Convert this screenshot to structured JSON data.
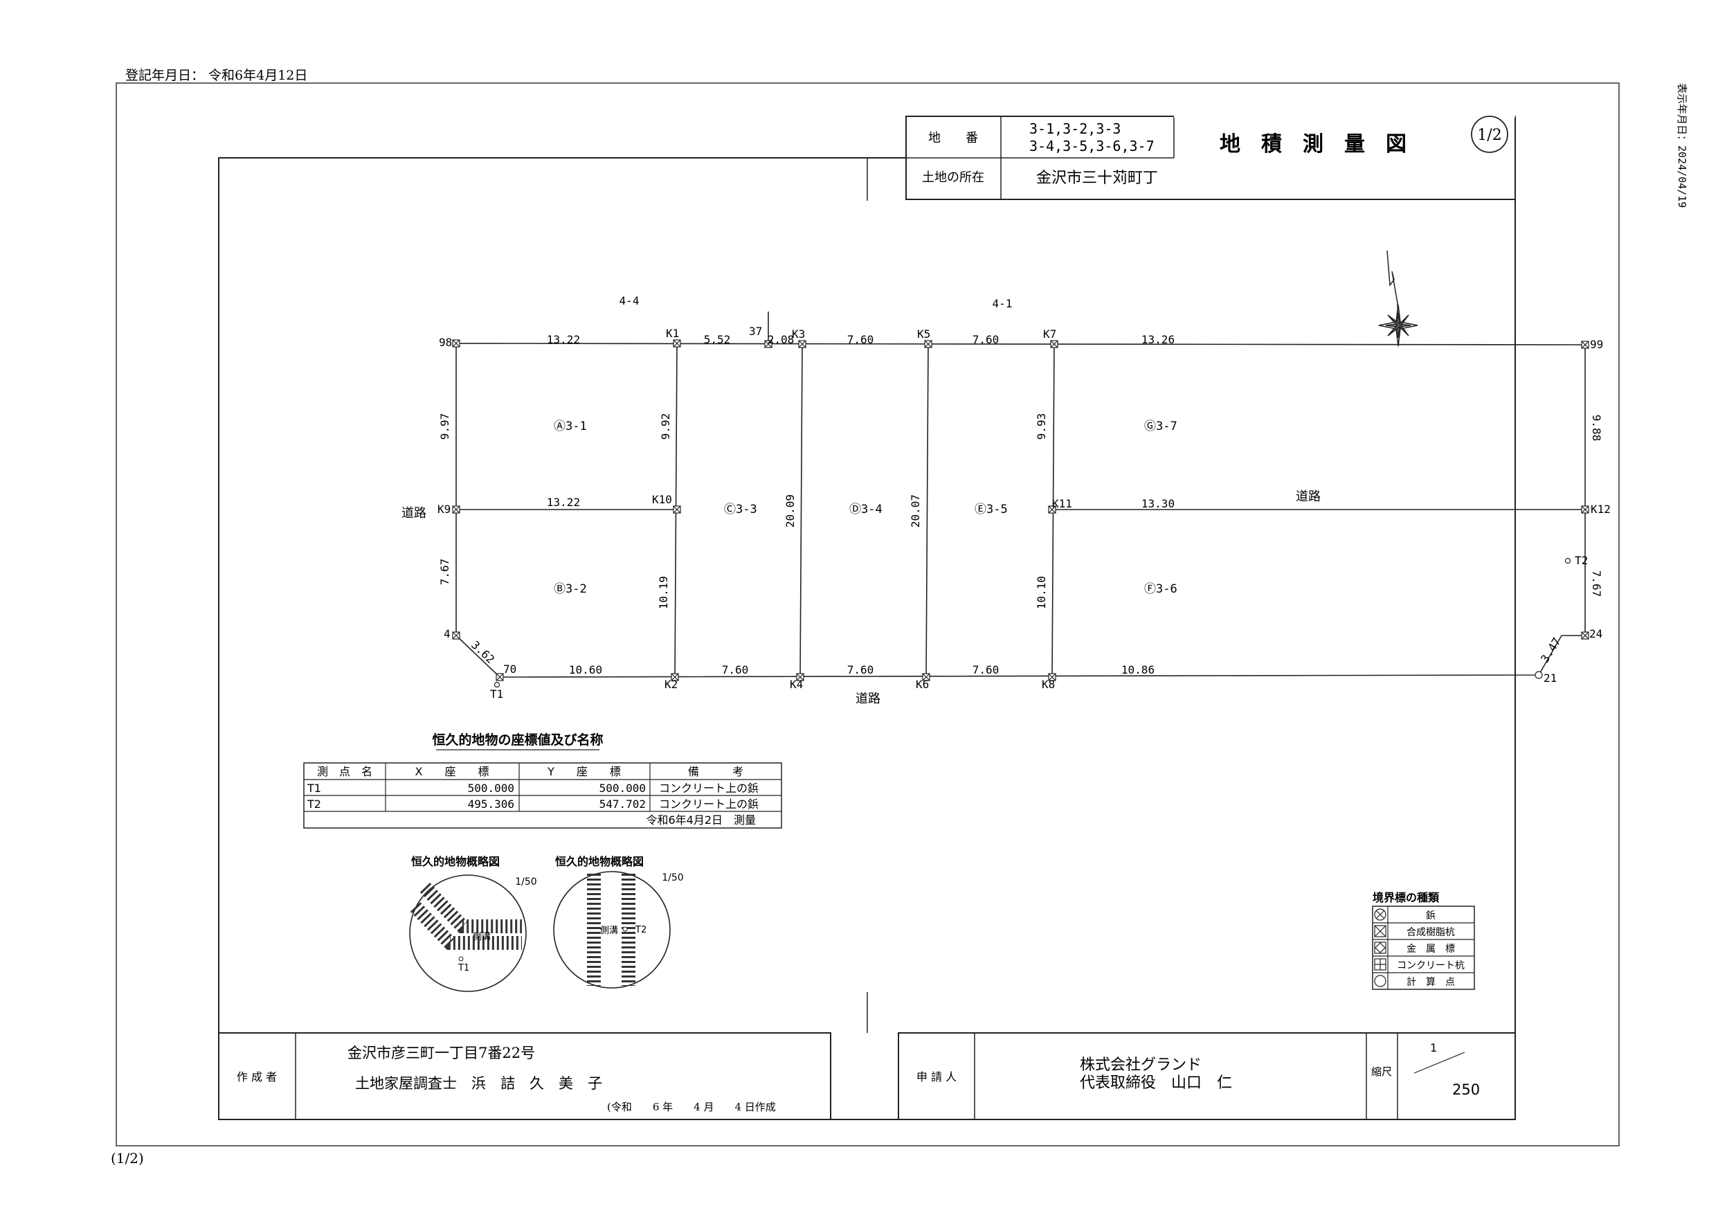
{
  "header": {
    "registration_date": "登記年月日： 令和6年4月12日",
    "display_date": "表示年月日：2024/04/19",
    "footer_page": "(1/2)"
  },
  "title_block": {
    "lot_label": "地　　番",
    "lot_line1": "3-1,3-2,3-3",
    "lot_line2": "3-4,3-5,3-6,3-7",
    "location_label": "土地の所在",
    "location": "金沢市三十苅町丁",
    "title": "地　積　測　量　図",
    "page": "1/2"
  },
  "plan": {
    "neighbor_north_left": "4-4",
    "neighbor_north_right": "4-1",
    "road_west": "道路",
    "road_east": "道路",
    "road_south": "道路",
    "points": {
      "p98": "98",
      "k1": "K1",
      "p37": "37",
      "k3": "K3",
      "k5": "K5",
      "k7": "K7",
      "p99": "99",
      "k9": "K9",
      "k10": "K10",
      "k11": "K11",
      "k12": "K12",
      "p4": "4",
      "p70": "70",
      "t1": "T1",
      "k2": "K2",
      "k4": "K4",
      "k6": "K6",
      "k8": "K8",
      "p21": "21",
      "p24": "24",
      "t2": "T2"
    },
    "dims": {
      "n1": "13.22",
      "n2": "5.52",
      "n3": "2.08",
      "n4": "7.60",
      "n5": "7.60",
      "n6": "13.26",
      "m1": "13.22",
      "m2": "13.30",
      "s1": "10.60",
      "s2": "7.60",
      "s3": "7.60",
      "s4": "7.60",
      "s5": "10.86",
      "d1": "3.62",
      "d2": "3.47",
      "v1": "9.97",
      "v2": "9.92",
      "v3": "7.67",
      "v4": "10.19",
      "v5": "20.09",
      "v6": "20.07",
      "v7": "9.93",
      "v8": "10.10",
      "v9": "9.88",
      "v10": "7.67"
    },
    "parcels": {
      "a": "Ⓐ3-1",
      "b": "Ⓑ3-2",
      "c": "Ⓒ3-3",
      "d": "Ⓓ3-4",
      "e": "Ⓔ3-5",
      "f": "Ⓕ3-6",
      "g": "Ⓖ3-7"
    }
  },
  "coord_table": {
    "title": "恒久的地物の座標値及び名称",
    "headers": [
      "測　点　名",
      "X　　座　　標",
      "Y　　座　　標",
      "備　　　考"
    ],
    "rows": [
      [
        "T1",
        "500.000",
        "500.000",
        "コンクリート上の鋲"
      ],
      [
        "T2",
        "495.306",
        "547.702",
        "コンクリート上の鋲"
      ]
    ],
    "footer": "令和6年4月2日　測量"
  },
  "sketches": {
    "title1": "恒久的地物概略図",
    "title2": "恒久的地物概略図",
    "scale1": "1/50",
    "scale2": "1/50",
    "ditch1": "側溝",
    "ditch2": "側溝",
    "t1": "T1",
    "t2": "T2"
  },
  "legend": {
    "title": "境界標の種類",
    "items": [
      "鋲",
      "合成樹脂杭",
      "金　属　標",
      "コンクリート杭",
      "計　算　点"
    ]
  },
  "bottom": {
    "author_label": "作 成 者",
    "author_address": "金沢市彦三町一丁目7番22号",
    "author_name": "土地家屋調査士　浜　詰　久　美　子",
    "author_date": "(令和　　6 年　　4 月　　4 日作成",
    "applicant_label": "申 請 人",
    "applicant_company": "株式会社グランド",
    "applicant_rep": "代表取締役　山口　仁",
    "scale_label": "縮尺",
    "scale_num": "1",
    "scale_den": "250"
  }
}
